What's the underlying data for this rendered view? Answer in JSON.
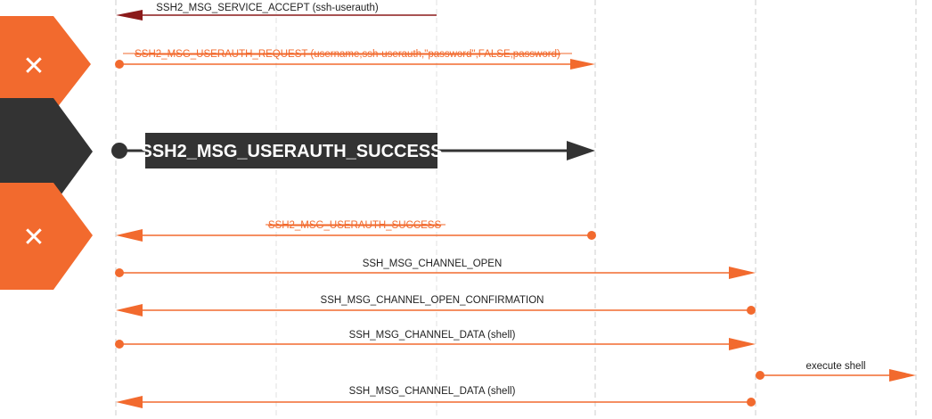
{
  "colors": {
    "orange": "#f26a2e",
    "dark": "#333333",
    "darkred": "#8b1a1a",
    "lifeline": "#cccccc",
    "white": "#ffffff"
  },
  "markers": {
    "rejected_1": "✕",
    "rejected_2": "✕"
  },
  "messages": {
    "service_accept": "SSH2_MSG_SERVICE_ACCEPT (ssh-userauth)",
    "userauth_request": "SSH2_MSG_USERAUTH_REQUEST (username,ssh-userauth,\"password\",FALSE,password)",
    "userauth_success_injected": "SSH2_MSG_USERAUTH_SUCCESS",
    "userauth_success_dropped": "SSH2_MSG_USERAUTH_SUCCESS",
    "channel_open": "SSH_MSG_CHANNEL_OPEN",
    "channel_open_confirmation": "SSH_MSG_CHANNEL_OPEN_CONFIRMATION",
    "channel_data_request": "SSH_MSG_CHANNEL_DATA (shell)",
    "execute_shell": "execute shell",
    "channel_data_response": "SSH_MSG_CHANNEL_DATA (shell)"
  }
}
